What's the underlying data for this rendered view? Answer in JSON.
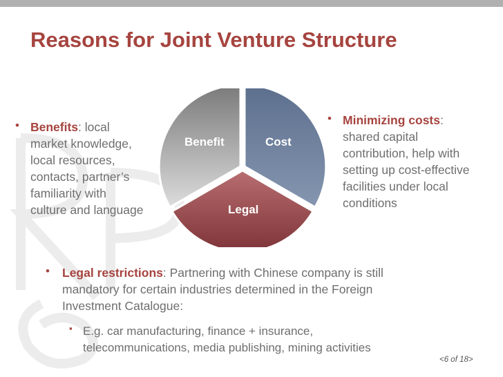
{
  "slide": {
    "title": "Reasons for Joint Venture Structure",
    "page_indicator": "<6 of 18>",
    "watermark_letters": "R&P"
  },
  "diagram": {
    "segments": [
      {
        "label": "Benefit",
        "color": "#8c8c8c"
      },
      {
        "label": "Cost",
        "color": "#6b7d99"
      },
      {
        "label": "Legal",
        "color": "#9a4f52"
      }
    ]
  },
  "bullets": {
    "benefits": {
      "marker": "•",
      "heading": "Benefits",
      "lines": [
        ": local",
        "market knowledge,",
        "local resources,",
        "contacts, partner’s",
        "familiarity with",
        "culture and language"
      ]
    },
    "costs": {
      "marker": "•",
      "heading": "Minimizing costs",
      "colon": ":",
      "lines": [
        "shared capital",
        "contribution, help with",
        "setting up cost-effective",
        "facilities under local",
        "conditions"
      ]
    },
    "legal": {
      "marker": "•",
      "heading": "Legal restrictions",
      "lines": [
        ": Partnering with Chinese company is still",
        "mandatory for certain industries determined in the Foreign",
        "Investment Catalogue:"
      ]
    },
    "legal_sub": {
      "marker": "▪",
      "lines": [
        "E.g. car manufacturing, finance + insurance,",
        "telecommunications, media publishing, mining activities"
      ]
    }
  },
  "colors": {
    "accent": "#a6443f",
    "text": "#6e6e6e",
    "topbar": "#b0b0b0"
  }
}
